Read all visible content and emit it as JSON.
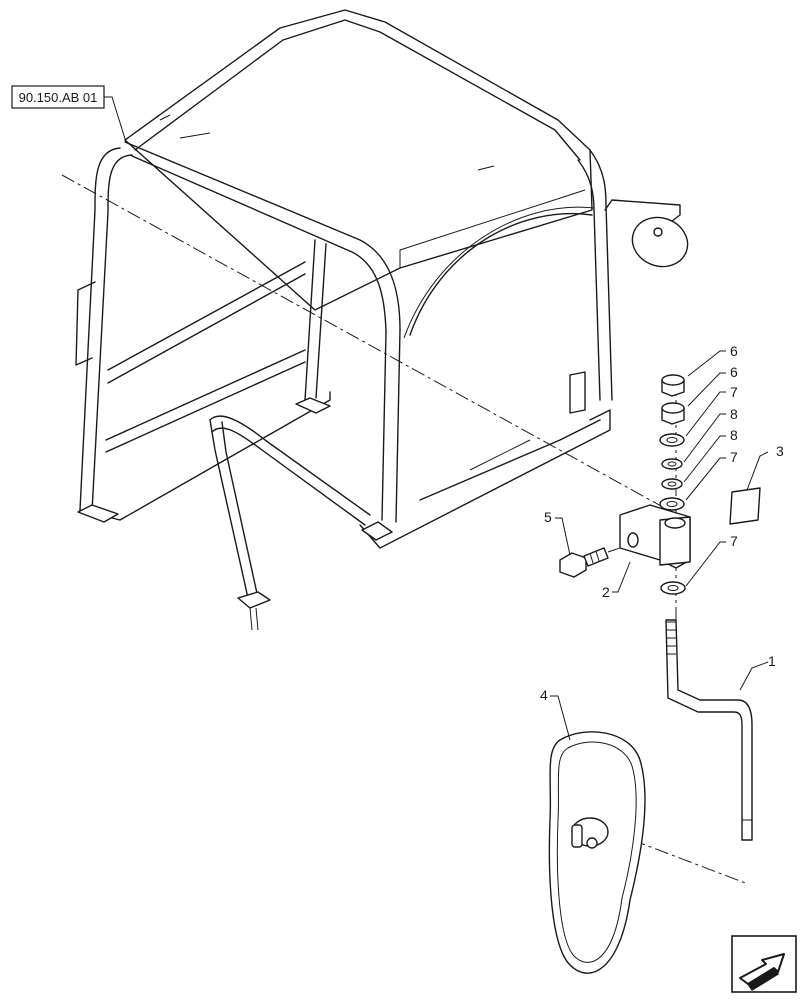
{
  "reference_box": {
    "label": "90.150.AB 01"
  },
  "callouts": [
    {
      "id": "c1",
      "text": "1"
    },
    {
      "id": "c2",
      "text": "2"
    },
    {
      "id": "c3",
      "text": "3"
    },
    {
      "id": "c4",
      "text": "4"
    },
    {
      "id": "c5",
      "text": "5"
    },
    {
      "id": "c6a",
      "text": "6"
    },
    {
      "id": "c6b",
      "text": "6"
    },
    {
      "id": "c7a",
      "text": "7"
    },
    {
      "id": "c8a",
      "text": "8"
    },
    {
      "id": "c8b",
      "text": "8"
    },
    {
      "id": "c7b",
      "text": "7"
    },
    {
      "id": "c7c",
      "text": "7"
    }
  ],
  "nav_icon": "next-page-arrow-icon"
}
